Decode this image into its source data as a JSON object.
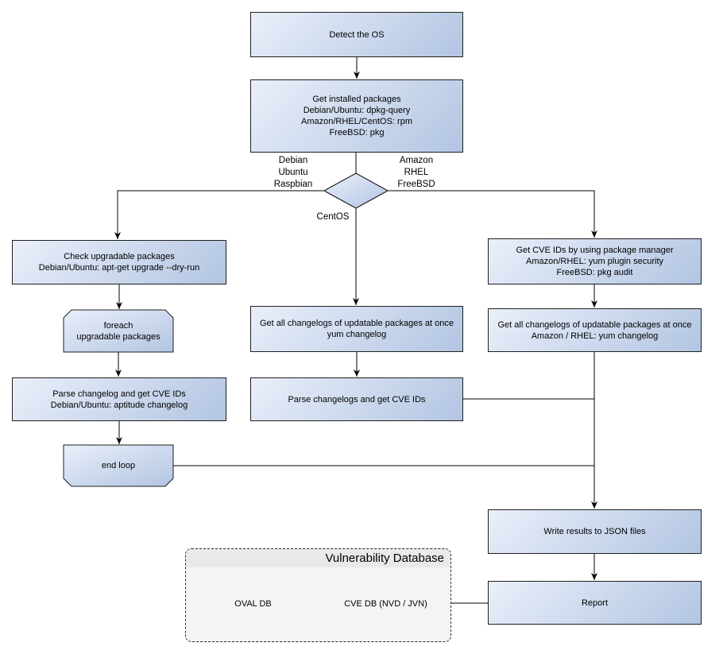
{
  "nodes": {
    "detect_os": {
      "label": "Detect the OS"
    },
    "get_installed_packages": {
      "label": "Get installed packages\nDebian/Ubuntu: dpkg-query\nAmazon/RHEL/CentOS: rpm\nFreeBSD: pkg"
    },
    "check_upgradable_packages": {
      "label": "Check upgradable packages\nDebian/Ubuntu: apt-get upgrade --dry-run"
    },
    "foreach_upgradable_packages": {
      "label": "foreach\nupgradable packages"
    },
    "parse_changelog_debian": {
      "label": "Parse changelog and get CVE IDs\nDebian/Ubuntu: aptitude changelog"
    },
    "end_loop": {
      "label": "end loop"
    },
    "get_changelogs_centos": {
      "label": "Get all changelogs of updatable packages at once\nyum changelog"
    },
    "parse_changelogs_centos": {
      "label": "Parse changelogs and get CVE IDs"
    },
    "get_cve_ids_pkg_manager": {
      "label": "Get CVE IDs by using package manager\nAmazon/RHEL: yum plugin security\nFreeBSD: pkg audit"
    },
    "get_changelogs_amazon": {
      "label": "Get all changelogs of updatable packages at once\nAmazon / RHEL: yum changelog"
    },
    "write_results_json": {
      "label": "Write results to JSON files"
    },
    "report": {
      "label": "Report"
    }
  },
  "branch_labels": {
    "left": "Debian\nUbuntu\nRaspbian",
    "right": "Amazon\nRHEL\nFreeBSD",
    "down": "CentOS"
  },
  "database": {
    "title": "Vulnerability Database",
    "oval_db": "OVAL DB",
    "cve_db": "CVE DB (NVD / JVN)"
  },
  "colors": {
    "node_fill_light": "#eaeffa",
    "node_fill_dark": "#b2c5e2",
    "node_border": "#1f1f1f",
    "connector": "#000000",
    "container_fill": "#f4f4f4",
    "container_header": "#e9e9e9"
  }
}
